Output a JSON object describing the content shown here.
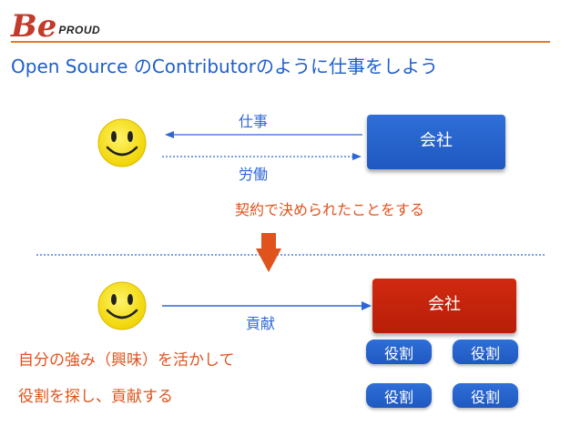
{
  "header": {
    "logo_mark": "Be",
    "logo_text": "PROUD",
    "title": "Open Source のContributorのように仕事をしよう"
  },
  "top": {
    "work_label": "仕事",
    "labor_label": "労働",
    "company_label": "会社",
    "contract_text": "契約で決められたことをする"
  },
  "bottom": {
    "contribution_label": "貢献",
    "company_label": "会社",
    "roles": [
      "役割",
      "役割",
      "役割",
      "役割"
    ],
    "text_line1": "自分の強み（興味）を活かして",
    "text_line2": "役割を探し、貢献する"
  },
  "colors": {
    "accent_blue": "#2d67d6",
    "accent_orange": "#e0531d",
    "company_red": "#c8250c",
    "smiley_yellow": "#f5e21b"
  }
}
